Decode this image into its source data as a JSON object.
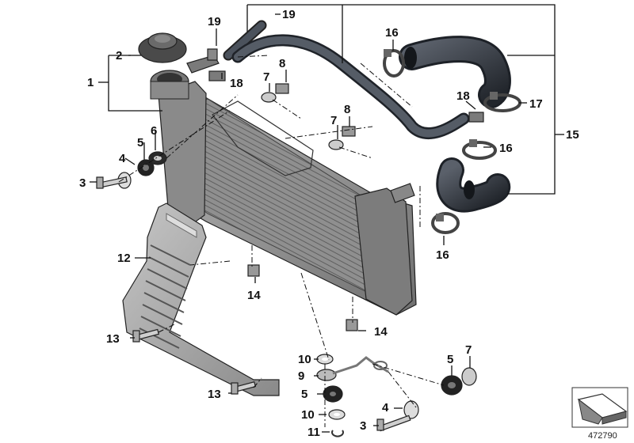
{
  "callouts": {
    "c1": "1",
    "c2": "2",
    "c3a": "3",
    "c3b": "3",
    "c4a": "4",
    "c4b": "4",
    "c5a": "5",
    "c5b": "5",
    "c5c": "5",
    "c6": "6",
    "c7a": "7",
    "c7b": "7",
    "c7c": "7",
    "c8a": "8",
    "c8b": "8",
    "c9": "9",
    "c10a": "10",
    "c10b": "10",
    "c11": "11",
    "c12": "12",
    "c13a": "13",
    "c13b": "13",
    "c14a": "14",
    "c14b": "14",
    "c15": "15",
    "c16a": "16",
    "c16b": "16",
    "c16c": "16",
    "c17": "17",
    "c18a": "18",
    "c18b": "18",
    "c19a": "19",
    "c19b": "19"
  },
  "diagram_number": "472790",
  "colors": {
    "radiator": "#9a9a9a",
    "radiator_dark": "#6e6e6e",
    "hose": "#3a3f47",
    "shroud": "#a8a8a8",
    "rubber": "#2a2a2a"
  }
}
